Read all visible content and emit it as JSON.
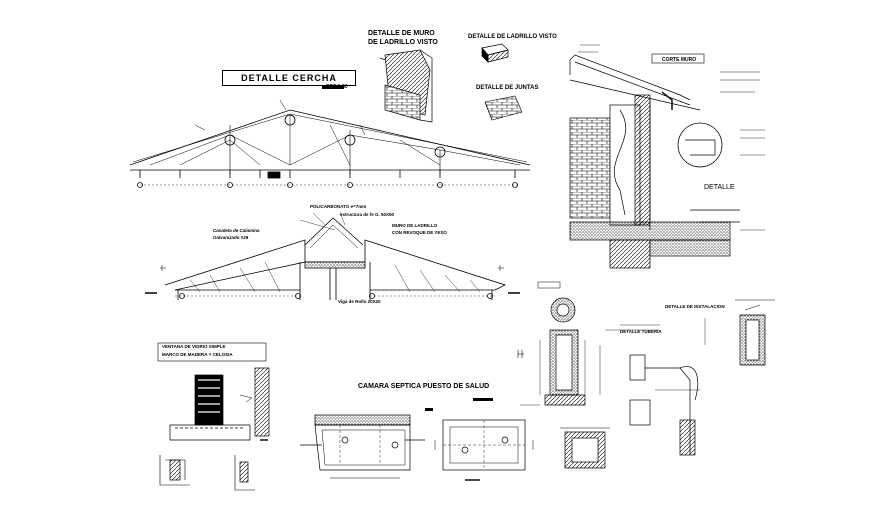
{
  "drawing": {
    "truss": {
      "title": "DETALLE CERCHA"
    },
    "brick_wall": {
      "title_line1": "DETALLE DE MURO",
      "title_line2": "DE LADRILLO VISTO"
    },
    "exposed_brick": {
      "title": "DETALLE DE LADRILLO VISTO"
    },
    "joints": {
      "title": "DETALLE DE JUNTAS"
    },
    "wall_section": {
      "label": "DETALLE"
    },
    "roof_section": {
      "label_polycarbonate": "POLICARBONATO e=7mm",
      "label_structure": "estructura de fe G. 50X50",
      "label_gutter_1": "Canaleta de Calamina",
      "label_gutter_2": "Galvanizado #28",
      "label_wall_1": "MURO DE LADRILLO",
      "label_wall_2": "CON REVOQUE DE YESO",
      "label_beam": "Viga de Rollo 20X20"
    },
    "septic_tank": {
      "title": "CAMARA SEPTICA PUESTO DE SALUD"
    },
    "window_detail": {
      "label_1": "VENTANA DE VIDRIO SIMPLE",
      "label_2": "MARCO DE MADERA Y CELOSIA"
    }
  }
}
